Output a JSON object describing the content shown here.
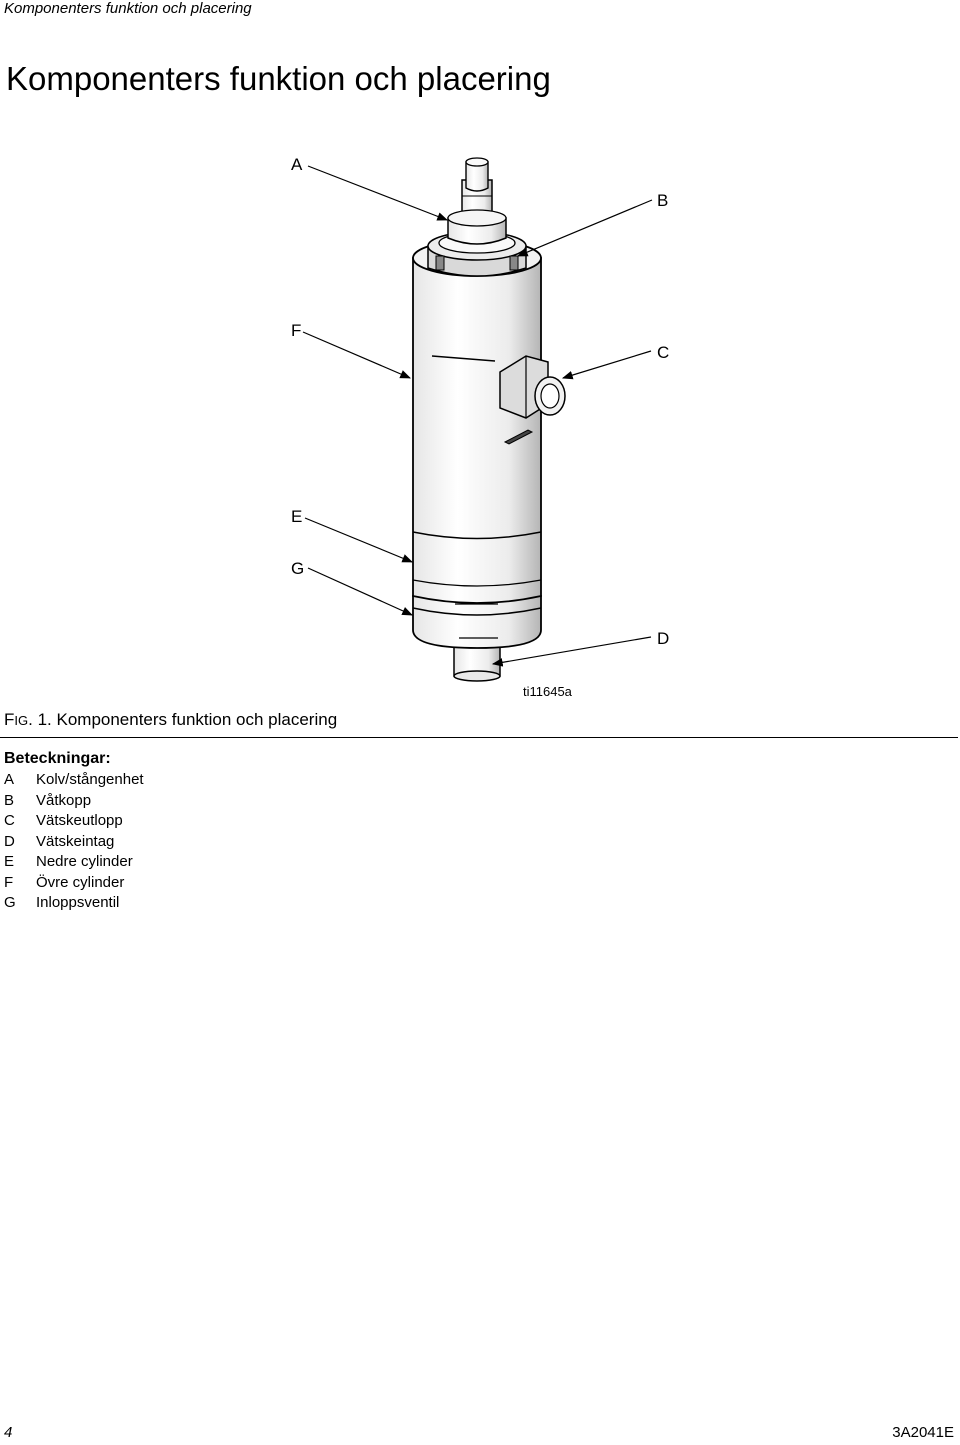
{
  "header": {
    "running_title": "Komponenters funktion och placering"
  },
  "page_title": "Komponenters funktion och placering",
  "figure": {
    "callouts": {
      "A": "A",
      "B": "B",
      "C": "C",
      "D": "D",
      "E": "E",
      "F": "F",
      "G": "G"
    },
    "image_id": "ti11645a",
    "caption_prefix_first": "F",
    "caption_prefix_rest": "IG",
    "caption_number": ". 1.",
    "caption_text": "Komponenters funktion och placering"
  },
  "legend": {
    "title": "Beteckningar:",
    "items": [
      {
        "key": "A",
        "label": "Kolv/stångenhet"
      },
      {
        "key": "B",
        "label": "Våtkopp"
      },
      {
        "key": "C",
        "label": "Vätskeutlopp"
      },
      {
        "key": "D",
        "label": "Vätskeintag"
      },
      {
        "key": "E",
        "label": "Nedre cylinder"
      },
      {
        "key": "F",
        "label": "Övre cylinder"
      },
      {
        "key": "G",
        "label": "Inloppsventil"
      }
    ]
  },
  "footer": {
    "page_number": "4",
    "doc_number": "3A2041E"
  }
}
